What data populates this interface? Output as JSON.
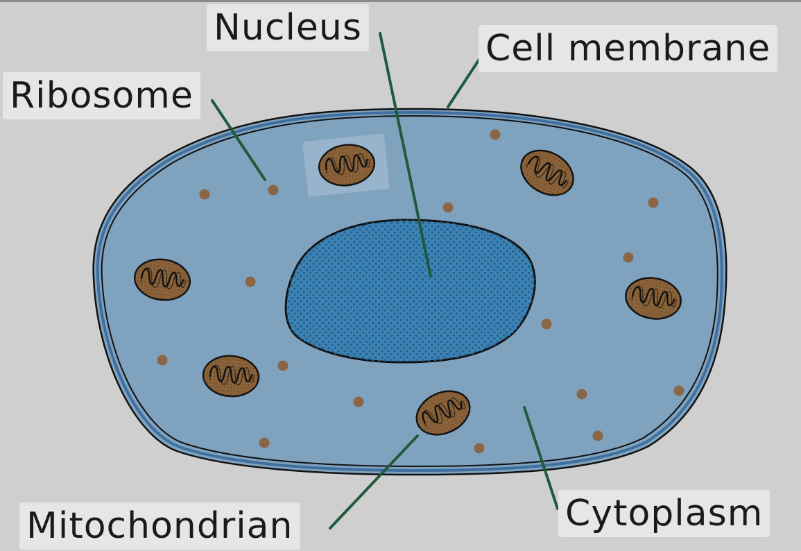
{
  "labels": {
    "nucleus": "Nucleus",
    "cell_membrane": "Cell membrane",
    "ribosome": "Ribosome",
    "mitochondrian": "Mitochondrian",
    "cytoplasm": "Cytoplasm"
  },
  "colors": {
    "background": "#cfcfcf",
    "label_background": "#e6e6e6",
    "cytoplasm": "#7fa2be",
    "membrane": "#3f6f9e",
    "nucleus": "#3b82b5",
    "nucleus_dots": "#2a5f88",
    "mitochondrion": "#8a6239",
    "ribosome": "#8a6646",
    "leader_line": "#1f5a3a"
  }
}
